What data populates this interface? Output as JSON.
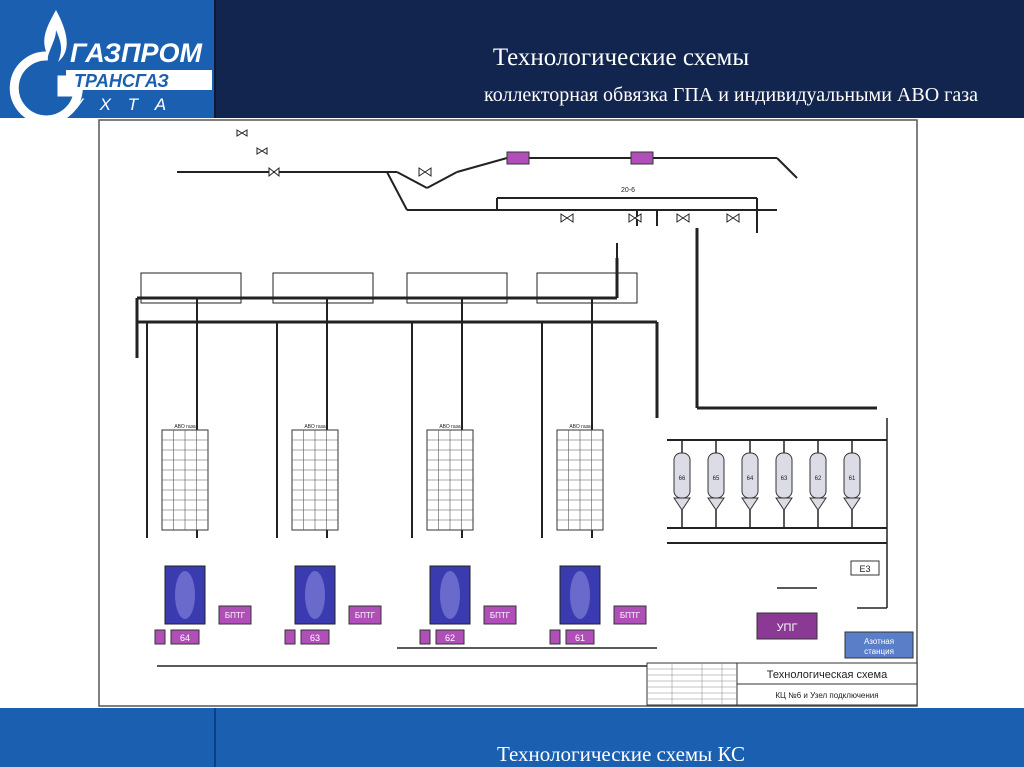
{
  "header": {
    "title": "Технологические схемы",
    "subtitle": "коллекторная обвязка ГПА и индивидуальными АВО газа"
  },
  "logo": {
    "line1": "ГАЗПРОМ",
    "line2": "ТРАНСГАЗ",
    "line3": "У Х Т А"
  },
  "footer": {
    "text": "Технологические схемы КС"
  },
  "diagram": {
    "units": [
      {
        "label": "64",
        "aux": "БПТГ",
        "avo": "АВО газа"
      },
      {
        "label": "63",
        "aux": "БПТГ",
        "avo": "АВО газа"
      },
      {
        "label": "62",
        "aux": "БПТГ",
        "avo": "АВО газа"
      },
      {
        "label": "61",
        "aux": "БПТГ",
        "avo": "АВО газа"
      }
    ],
    "separators": [
      "66",
      "65",
      "64",
      "63",
      "62",
      "61"
    ],
    "upg": "УПГ",
    "e3": "Е3",
    "nitrogen_line1": "Азотная",
    "nitrogen_line2": "станция",
    "stamp_title": "Технологическая схема",
    "stamp_subtitle": "КЦ №6 и Узел подключения",
    "valve_label": "20-6",
    "colors": {
      "header_bg": "#12254f",
      "logo_bg": "#1a5fb0",
      "unit_fill": "#3b3bb0",
      "purple": "#b04fb8",
      "nitrogen_bg": "#5a7fc8"
    }
  }
}
